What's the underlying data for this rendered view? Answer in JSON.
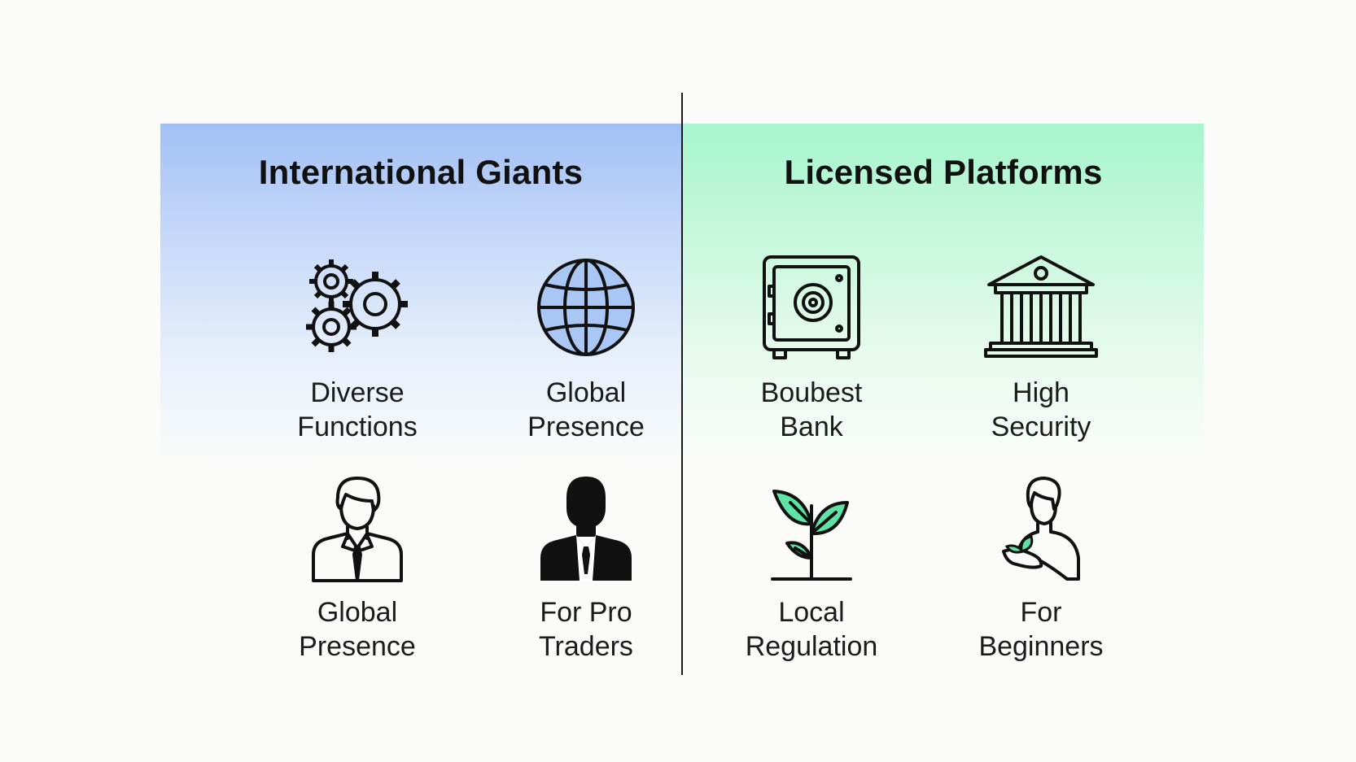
{
  "left_panel": {
    "title": "International Giants",
    "items": [
      {
        "icon": "gears-icon",
        "lines": [
          "Diverse",
          "Functions"
        ]
      },
      {
        "icon": "globe-icon",
        "lines": [
          "Global",
          "Presence"
        ]
      },
      {
        "icon": "businessman-outline-icon",
        "lines": [
          "Global",
          "Presence"
        ]
      },
      {
        "icon": "businessman-silhouette-icon",
        "lines": [
          "For Pro",
          "Traders"
        ]
      }
    ]
  },
  "right_panel": {
    "title": "Licensed Platforms",
    "items": [
      {
        "icon": "safe-icon",
        "lines": [
          "Boubest",
          "Bank"
        ]
      },
      {
        "icon": "bank-building-icon",
        "lines": [
          "High",
          "Security"
        ]
      },
      {
        "icon": "sprout-icon",
        "lines": [
          "Local",
          "Regulation"
        ]
      },
      {
        "icon": "person-holding-sprout-icon",
        "lines": [
          "For",
          "Beginners"
        ]
      }
    ]
  },
  "colors": {
    "left_panel_top": "#a2c0f5",
    "right_panel_top": "#a6f5cd",
    "leaf_green": "#5fe3a4",
    "globe_blue": "#a9c6f5"
  }
}
